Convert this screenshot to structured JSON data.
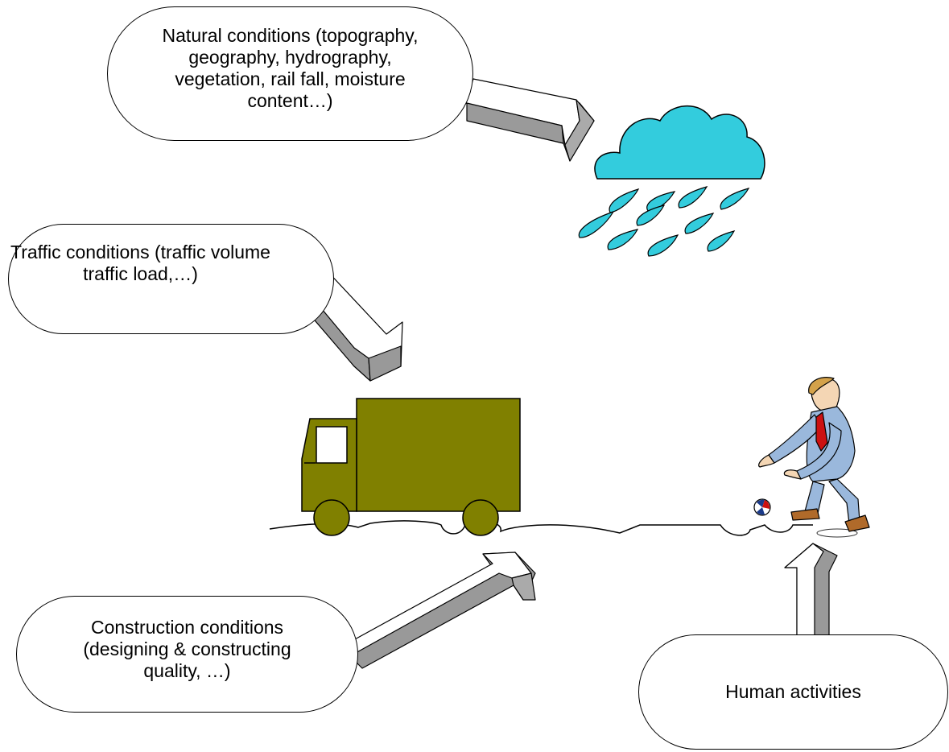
{
  "bubbles": {
    "natural": {
      "lines": [
        "Natural conditions (topography,",
        "geography, hydrography,",
        "vegetation, rail fall, moisture",
        "content…)"
      ]
    },
    "traffic": {
      "lines": [
        "Traffic conditions (traffic volume",
        "traffic load,…)"
      ]
    },
    "construction": {
      "lines": [
        "Construction conditions",
        "(designing & constructing",
        "quality, …)"
      ]
    },
    "human": {
      "lines": [
        "Human activities"
      ]
    }
  },
  "icons": {
    "weather": "rain-cloud-icon",
    "vehicle": "truck-icon",
    "person": "businessman-icon",
    "ball": "ball-icon",
    "road": "road-surface-icon"
  },
  "colors": {
    "cloud": "#33ccdd",
    "truck": "#808000",
    "arrow_face": "#ffffff",
    "arrow_shade": "#999999",
    "suit": "#9ab8dc",
    "tie": "#cc1111"
  }
}
